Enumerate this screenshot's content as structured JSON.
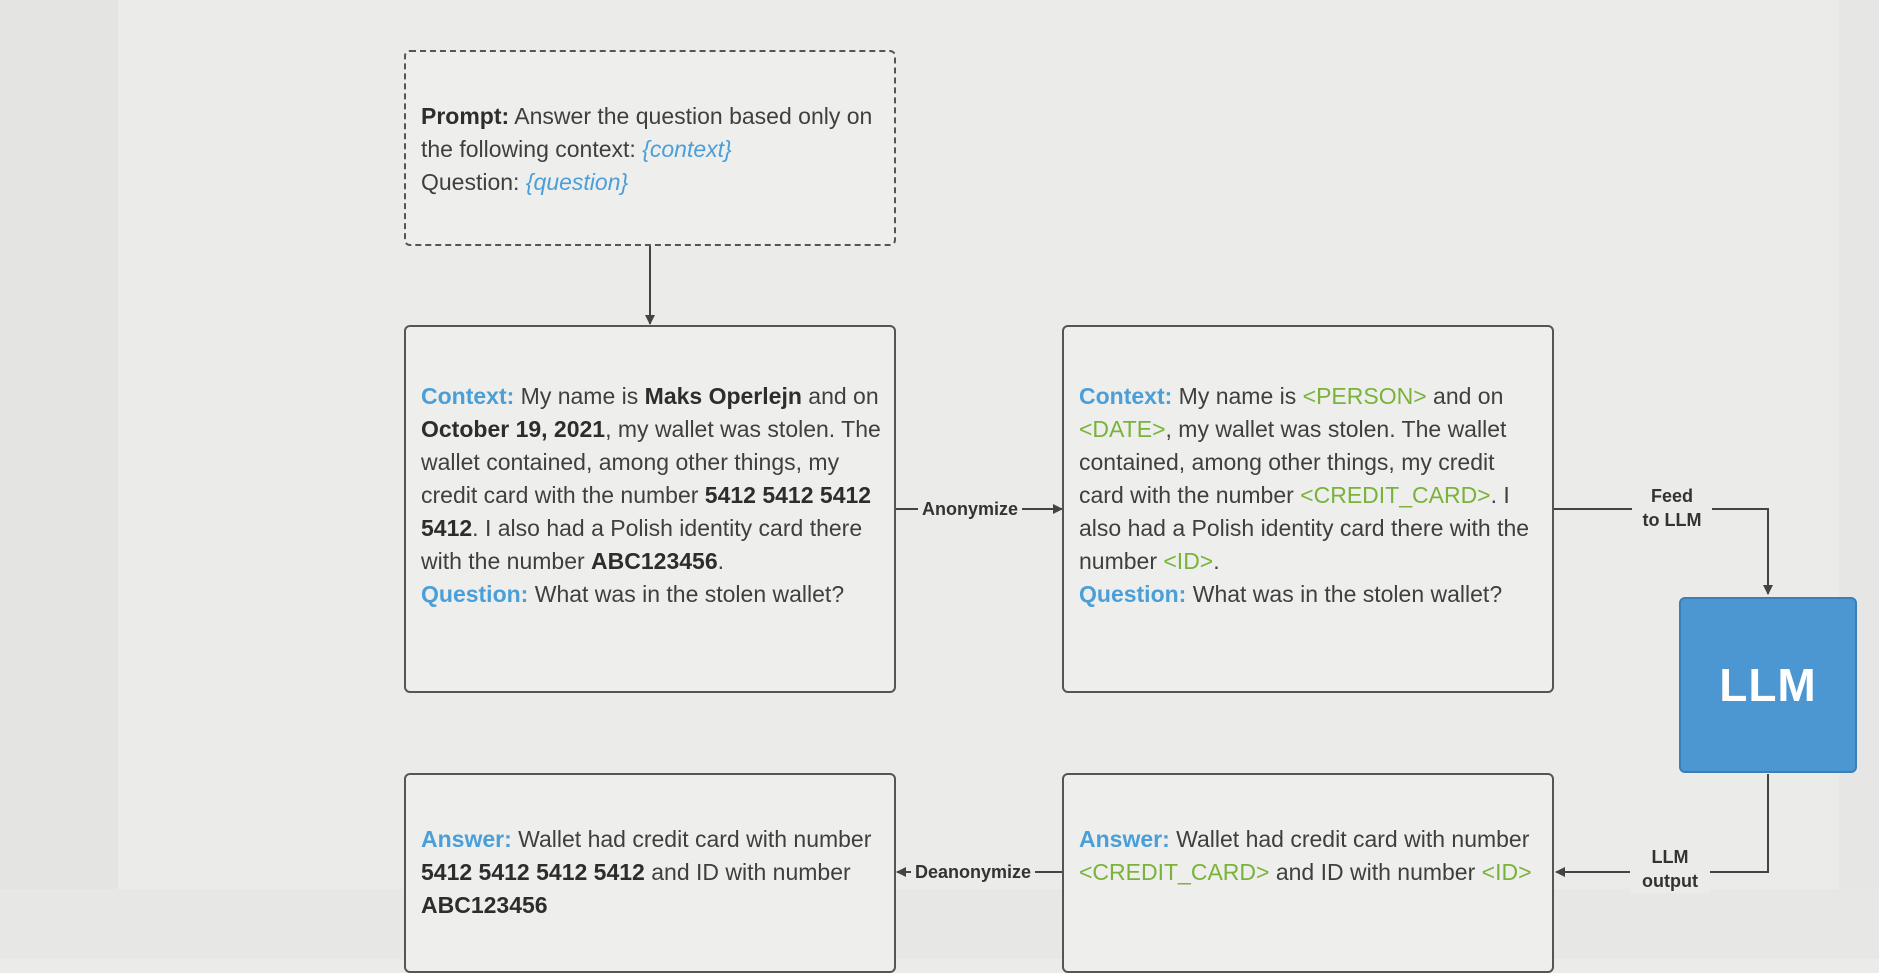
{
  "prompt_box": {
    "label": "Prompt:",
    "text": "Answer the question based only on the following context:",
    "context_placeholder": "{context}",
    "question_label": "Question:",
    "question_placeholder": "{question}"
  },
  "context_box": {
    "context_label": "Context:",
    "t1": "My name is",
    "name": "Maks Operlejn",
    "t2": "and on",
    "date": "October 19, 2021",
    "t3": ", my wallet was stolen. The wallet contained, among other things, my credit card with the number",
    "card": "5412 5412 5412 5412",
    "t4": ". I also had a Polish identity card there with the number",
    "id": "ABC123456",
    "t5": ".",
    "question_label": "Question:",
    "question": "What was in the stolen wallet?"
  },
  "anon_box": {
    "context_label": "Context:",
    "t1": "My name is",
    "person": "<PERSON>",
    "t2": "and on",
    "date": "<DATE>",
    "t3": ", my wallet was stolen. The wallet contained, among other things, my credit card with the number",
    "card": "<CREDIT_CARD>",
    "t4": ". I also had a Polish identity card there with the number",
    "id": "<ID>",
    "t5": ".",
    "question_label": "Question:",
    "question": "What was in the stolen wallet?"
  },
  "answer_anon_box": {
    "label": "Answer:",
    "t1": "Wallet had credit card with number",
    "card": "<CREDIT_CARD>",
    "t2": "and ID with number",
    "id": "<ID>"
  },
  "answer_box": {
    "label": "Answer:",
    "t1": "Wallet had credit card with number",
    "card": "5412 5412 5412 5412",
    "t2": "and ID with number",
    "id": "ABC123456"
  },
  "llm": {
    "label": "LLM"
  },
  "edges": {
    "anonymize": "Anonymize",
    "deanonymize": "Deanonymize",
    "feed_line1": "Feed",
    "feed_line2": "to LLM",
    "output_line1": "LLM",
    "output_line2": "output"
  },
  "colors": {
    "label_blue": "#4a9fd8",
    "tag_green": "#79b33a",
    "llm_blue": "#4c97d2"
  }
}
